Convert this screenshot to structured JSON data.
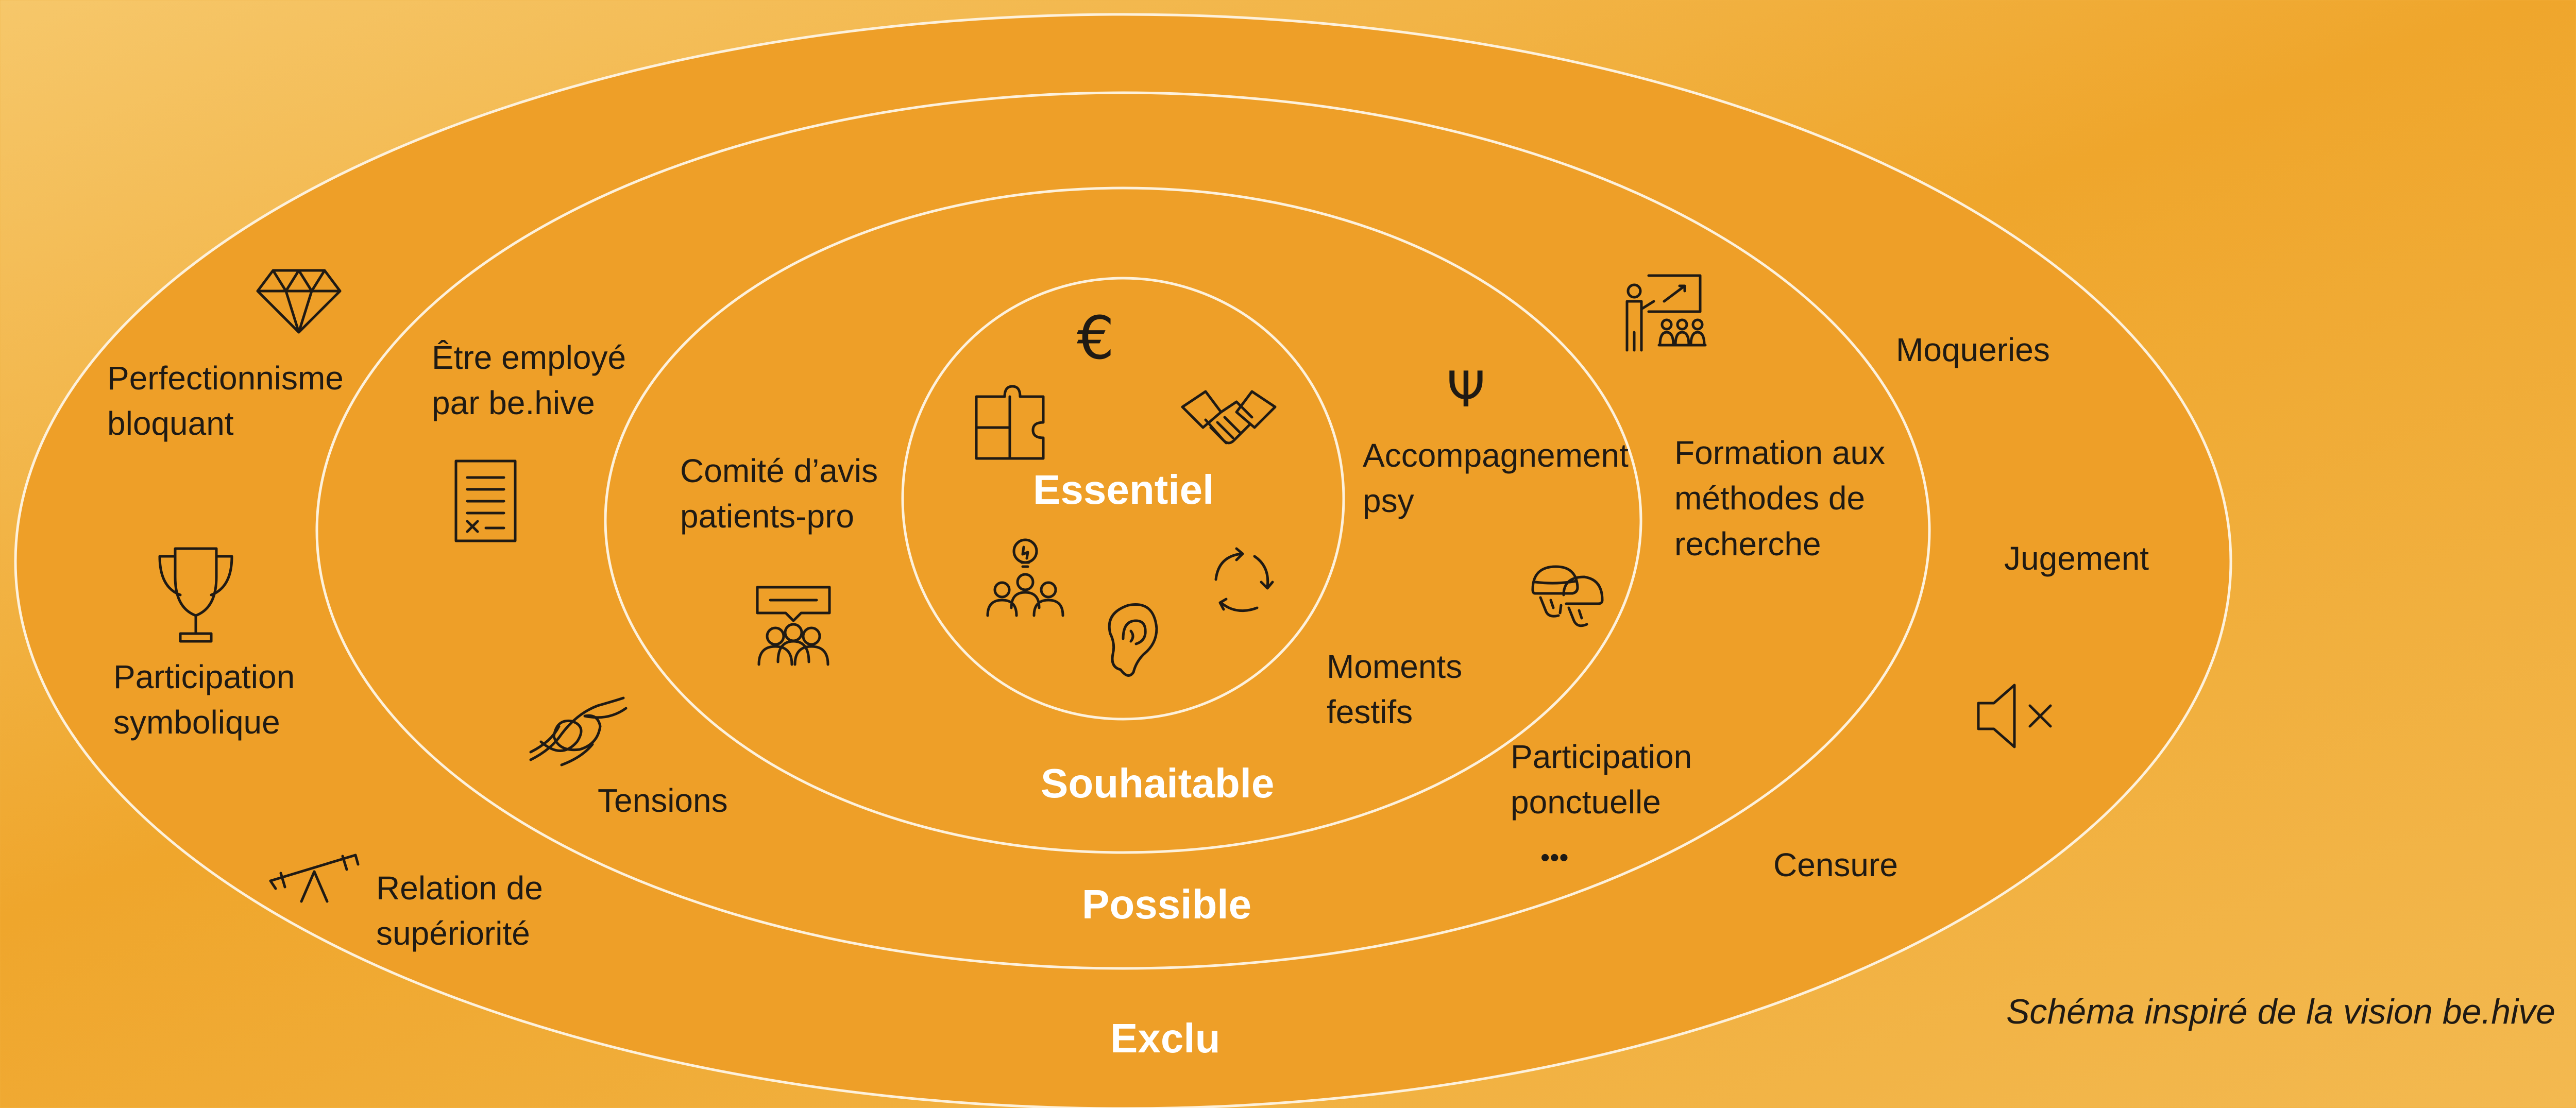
{
  "colors": {
    "background": "#efa62c",
    "ring_fill": "#ee9f28",
    "ring_stroke": "#fdf1dc",
    "text": "#1f1a14",
    "zone_label": "#ffffff"
  },
  "zones": {
    "essential": "Essentiel",
    "desirable": "Souhaitable",
    "possible": "Possible",
    "excluded": "Exclu"
  },
  "items": {
    "essential_icons": [
      "euro-icon",
      "puzzle-icon",
      "handshake-icon",
      "team-idea-icon",
      "ear-icon",
      "cycle-arrows-icon"
    ],
    "desirable": {
      "comite": "Comité d’avis\npatients-pro",
      "accompagnement": "Accompagnement\npsy",
      "moments": "Moments\nfestifs"
    },
    "possible": {
      "employe": "Être employé\npar be.hive",
      "tensions": "Tensions",
      "formation": "Formation aux\nméthodes de\nrecherche",
      "participation_ponctuelle": "Participation\nponctuelle",
      "ellipsis": "•••"
    },
    "excluded": {
      "perfectionnisme": "Perfectionnisme\nbloquant",
      "participation_symbolique": "Participation\nsymbolique",
      "relation": "Relation de\nsupériorité",
      "moqueries": "Moqueries",
      "jugement": "Jugement",
      "censure": "Censure"
    }
  },
  "symbols": {
    "euro": "€",
    "psi": "Ψ"
  },
  "caption": "Schéma inspiré de la vision be.hive"
}
